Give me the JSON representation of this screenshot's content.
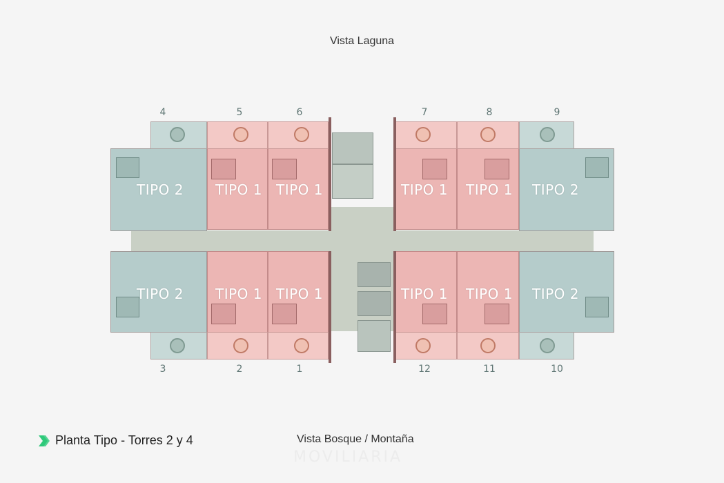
{
  "views": {
    "top": "Vista Laguna",
    "bottom": "Vista Bosque / Montaña"
  },
  "unit_numbers": {
    "top": [
      "4",
      "5",
      "6",
      "7",
      "8",
      "9"
    ],
    "bottom": [
      "3",
      "2",
      "1",
      "12",
      "11",
      "10"
    ]
  },
  "unit_types": {
    "tipo1": "TIPO 1",
    "tipo2": "TIPO 2"
  },
  "legend": {
    "icon": "double-chevron-right-icon",
    "label": "Planta Tipo - Torres 2 y 4",
    "icon_color": "#2ec97a"
  },
  "watermark": "MOVILIARIA",
  "colors": {
    "tipo1": "#ecb6b4",
    "tipo2": "#b5cccb",
    "corridor": "#c9d0c5",
    "background": "#f5f5f5"
  }
}
